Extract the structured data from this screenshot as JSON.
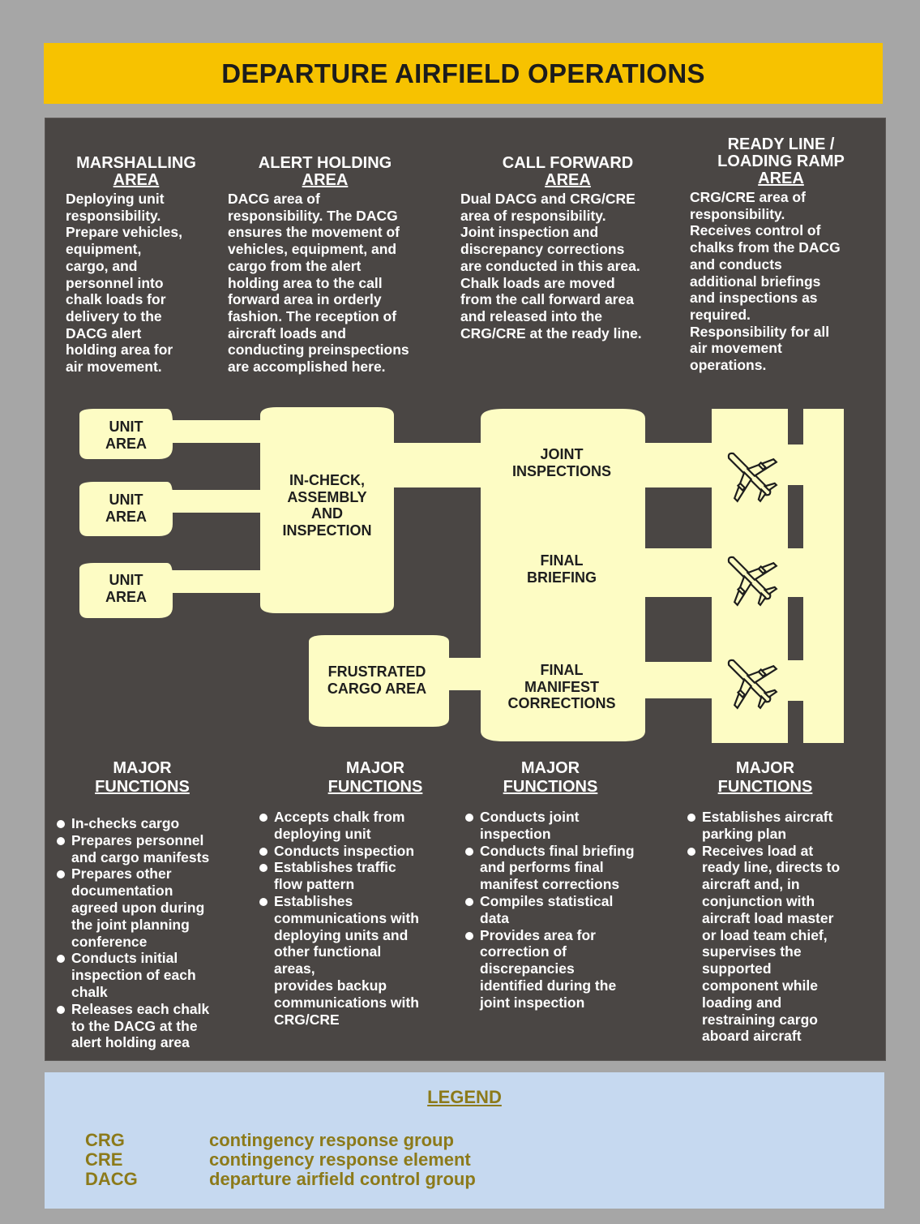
{
  "title": "DEPARTURE AIRFIELD OPERATIONS",
  "areas": [
    {
      "line1": "MARSHALLING",
      "line2": "AREA",
      "text": "Deploying unit\nresponsibility.\nPrepare vehicles,\nequipment,\ncargo, and\npersonnel into\nchalk loads for\ndelivery to the\nDACG alert\nholding area for\nair movement."
    },
    {
      "line1": "ALERT HOLDING",
      "line2": "AREA",
      "text": "DACG area of\nresponsibility.  The DACG\nensures the movement of\nvehicles, equipment, and\ncargo from the alert\nholding area to the call\nforward area in orderly\nfashion.  The reception of\naircraft loads and\nconducting preinspections\nare accomplished here."
    },
    {
      "line1": "CALL FORWARD",
      "line2": "AREA",
      "text": "Dual DACG and CRG/CRE\narea of responsibility.\nJoint inspection and\ndiscrepancy corrections\nare conducted in this area.\nChalk loads are moved\nfrom the call forward area\nand released into the\nCRG/CRE at the ready line."
    },
    {
      "line1": "READY LINE /",
      "line1b": "LOADING RAMP",
      "line2": "AREA",
      "text": "CRG/CRE area of\nresponsibility.\nReceives control of\nchalks from the DACG\nand conducts\nadditional briefings\nand inspections as\nrequired.\nResponsibility for all\nair movement\noperations."
    }
  ],
  "diagram": {
    "unit_areas": [
      "UNIT\nAREA",
      "UNIT\nAREA",
      "UNIT\nAREA"
    ],
    "incheck": "IN-CHECK,\nASSEMBLY\nAND\nINSPECTION",
    "frustrated": "FRUSTRATED\nCARGO AREA",
    "joint": "JOINT\nINSPECTIONS",
    "briefing": "FINAL\nBRIEFING",
    "manifest": "FINAL\nMANIFEST\nCORRECTIONS",
    "aircraft_icon": "airplane-icon"
  },
  "functions_heading": {
    "line1": "MAJOR",
    "line2": "FUNCTIONS"
  },
  "functions": [
    [
      "In-checks cargo",
      "Prepares personnel\nand cargo manifests",
      "Prepares other\ndocumentation\nagreed upon during\nthe joint planning\nconference",
      "Conducts initial\ninspection of each\nchalk",
      "Releases each chalk\nto the DACG at the\nalert holding area"
    ],
    [
      "Accepts chalk from\ndeploying unit",
      "Conducts inspection",
      "Establishes traffic\nflow pattern",
      "Establishes\ncommunications with\ndeploying units and\nother functional\nareas,\nprovides backup\ncommunications with\nCRG/CRE"
    ],
    [
      "Conducts joint\ninspection",
      "Conducts final briefing\nand performs final\nmanifest corrections",
      "Compiles statistical\ndata",
      "Provides area for\ncorrection of\ndiscrepancies\nidentified during the\njoint inspection"
    ],
    [
      "Establishes aircraft\nparking plan",
      "Receives load at\nready line, directs to\naircraft and, in\nconjunction with\naircraft load master\nor load team chief,\nsupervises the\nsupported\ncomponent while\nloading and\nrestraining cargo\naboard aircraft"
    ]
  ],
  "legend": {
    "title": "LEGEND",
    "entries": [
      {
        "abbr": "CRG",
        "meaning": "contingency response group"
      },
      {
        "abbr": "CRE",
        "meaning": "contingency response element"
      },
      {
        "abbr": "DACG",
        "meaning": "departure airfield control group"
      }
    ]
  },
  "colors": {
    "banner": "#f7c200",
    "panel": "#4a4644",
    "block": "#fdfcc4",
    "legend_bg": "#c6d9f0",
    "legend_text": "#8c7a1a"
  }
}
